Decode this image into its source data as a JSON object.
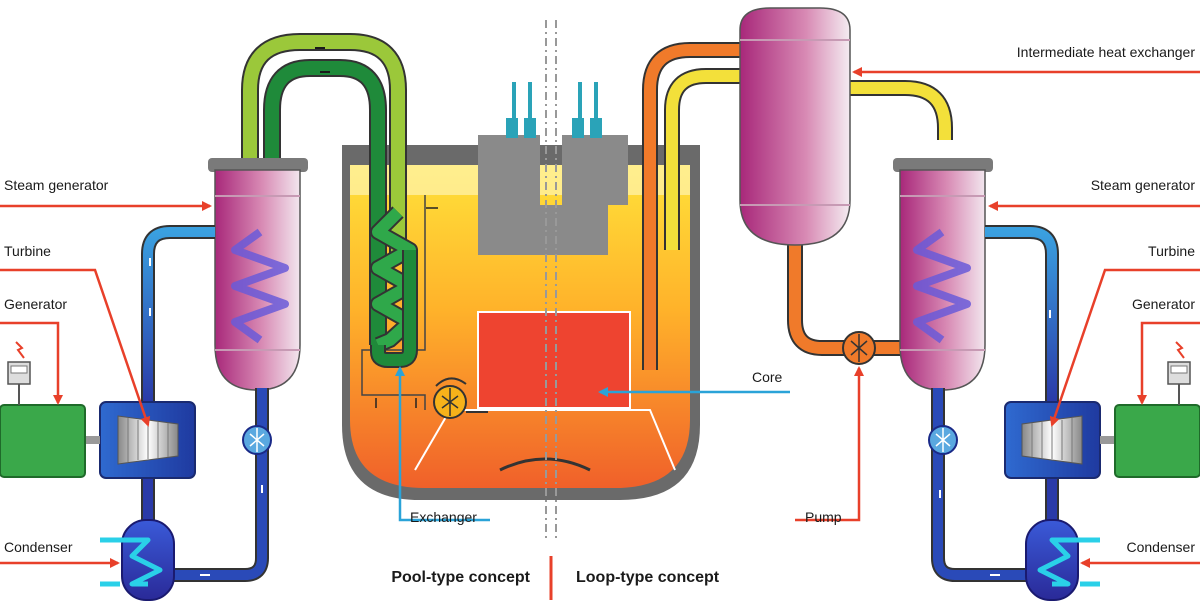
{
  "labels": {
    "left": {
      "steam_generator": "Steam generator",
      "turbine": "Turbine",
      "generator": "Generator",
      "condenser": "Condenser"
    },
    "right": {
      "intermediate_heat_exchanger": "Intermediate heat exchanger",
      "steam_generator": "Steam generator",
      "turbine": "Turbine",
      "generator": "Generator",
      "condenser": "Condenser"
    },
    "center": {
      "exchanger": "Exchanger",
      "core": "Core",
      "pump": "Pump"
    }
  },
  "captions": {
    "pool": "Pool-type concept",
    "loop": "Loop-type concept"
  },
  "colors": {
    "arrow_red": "#e8402a",
    "arrow_blue": "#2aa3d8",
    "primary_green": "#1f8a3a",
    "light_green": "#9bc83a",
    "secondary_orange": "#f07a2a",
    "secondary_yellow": "#f3e03a",
    "water_blue": "#2f8fd6",
    "generator_green": "#3aa84a"
  }
}
